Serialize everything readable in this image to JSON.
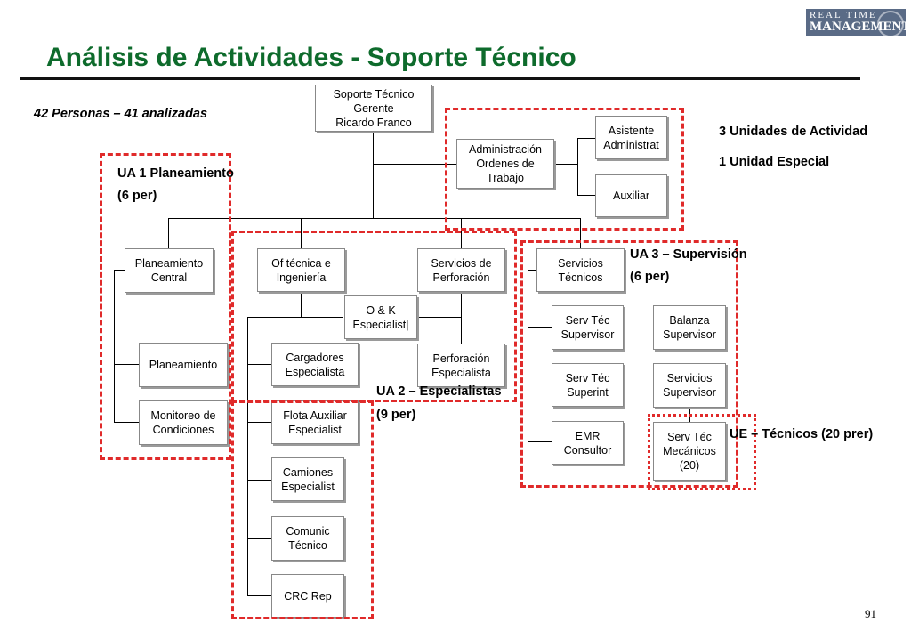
{
  "title": "Análisis de Actividades - Soporte Técnico",
  "logo": {
    "line1": "REAL TIME",
    "line2": "MANAGEMENT"
  },
  "page_number": "91",
  "notes": {
    "personas": "42 Personas – 41 analizadas",
    "unidades_actividad": "3 Unidades de Actividad",
    "unidad_especial": "1 Unidad Especial"
  },
  "groups": {
    "ua1": {
      "name": "UA 1 Planeamiento",
      "count": "(6 per)"
    },
    "ua2": {
      "name": "UA 2 – Especialistas",
      "count": "(9 per)"
    },
    "ua3": {
      "name": "UA 3 – Supervisión",
      "count": "(6 per)"
    },
    "ue": {
      "name": "UE – Técnicos (20 prer)"
    }
  },
  "boxes": {
    "gerente": "Soporte Técnico\nGerente\nRicardo Franco",
    "admin_ot": "Administración\nOrdenes de\nTrabajo",
    "asistente": "Asistente\nAdministrat",
    "auxiliar": "Auxiliar",
    "plan_central": "Planeamiento\nCentral",
    "planeamiento": "Planeamiento",
    "monitoreo": "Monitoreo de\nCondiciones",
    "of_tecnica": "Of técnica e\nIngeniería",
    "ok_esp": "O & K\nEspecialist|",
    "cargadores": "Cargadores\nEspecialista",
    "flota": "Flota Auxiliar\nEspecialist",
    "camiones": "Camiones\nEspecialist",
    "comunic": "Comunic\nTécnico",
    "crc": "CRC Rep",
    "serv_perf": "Servicios de\nPerforación",
    "perf_esp": "Perforación\nEspecialista",
    "serv_tec": "Servicios\nTécnicos",
    "serv_tec_sup": "Serv Téc\nSupervisor",
    "serv_tec_superint": "Serv Téc\nSuperint",
    "emr": "EMR\nConsultor",
    "balanza": "Balanza\nSupervisor",
    "servicios_sup": "Servicios\nSupervisor",
    "mecanicos": "Serv Téc\nMecánicos\n(20)"
  }
}
